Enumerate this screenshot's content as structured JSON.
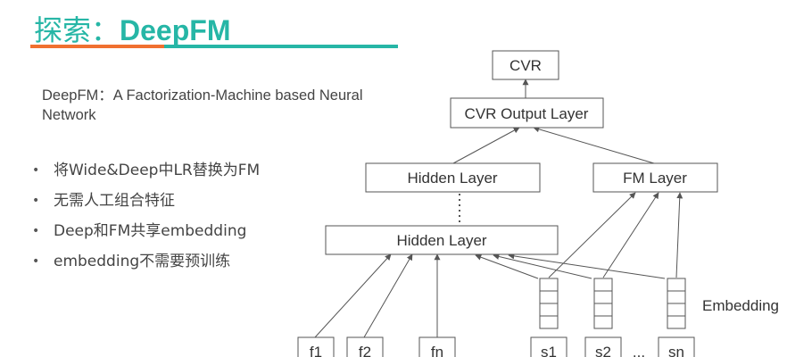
{
  "slide": {
    "title_zh": "探索：",
    "title_en": "DeepFM",
    "subtitle": "DeepFM：A Factorization-Machine based Neural Network",
    "bullets": [
      "将Wide&Deep中LR替换为FM",
      "无需人工组合特征",
      "Deep和FM共享embedding",
      "embedding不需要预训练"
    ],
    "bullet_marker": "•"
  },
  "diagram": {
    "nodes": {
      "cvr": "CVR",
      "cvr_output": "CVR Output Layer",
      "hidden_top": "Hidden Layer",
      "fm_layer": "FM Layer",
      "hidden_bottom": "Hidden Layer",
      "embedding_label": "Embedding"
    },
    "dense_features": [
      "f1",
      "f2",
      "fn"
    ],
    "sparse_features": [
      "s1",
      "s2",
      "sn"
    ],
    "ellipsis": "..."
  },
  "colors": {
    "title_accent": "#26b6a6",
    "underline_left": "#f07030",
    "underline_right": "#26b6a6",
    "diagram_stroke": "#555555"
  }
}
